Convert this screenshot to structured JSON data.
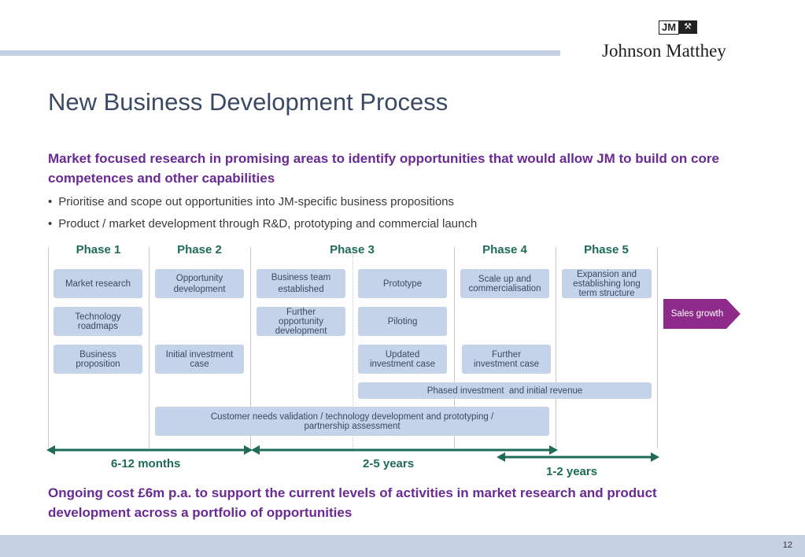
{
  "logo": {
    "mark": "JM",
    "icon": "crossed-hammers-icon",
    "name": "Johnson Matthey"
  },
  "title": "New Business Development Process",
  "lead": "Market focused research in promising areas to identify opportunities that would allow JM to build on core competences and other capabilities",
  "bullets": [
    "Prioritise and scope out opportunities into JM-specific business propositions",
    "Product / market development through R&D, prototyping and commercial launch"
  ],
  "phases": [
    "Phase 1",
    "Phase 2",
    "Phase 3",
    "Phase 4",
    "Phase 5"
  ],
  "boxes": {
    "market_research": "Market research",
    "technology_roadmaps": "Technology roadmaps",
    "business_proposition": "Business proposition",
    "opportunity_development": "Opportunity development",
    "initial_investment_case": "Initial investment case",
    "business_team": "Business team established",
    "further_opportunity": "Further opportunity development",
    "prototype": "Prototype",
    "piloting": "Piloting",
    "updated_investment_case": "Updated investment case",
    "scale_up": "Scale up and commercialisation",
    "further_investment_case": "Further investment case",
    "expansion": "Expansion and establishing long term structure",
    "phased_investment": "Phased investment  and initial revenue",
    "customer_needs": "Customer needs validation / technology development and prototyping / partnership assessment",
    "sales_growth": "Sales growth"
  },
  "durations": {
    "d1": "6-12 months",
    "d2": "2-5 years",
    "d3": "1-2 years"
  },
  "footer": "Ongoing cost £6m p.a. to support the current levels of activities in market research and product development across a portfolio of opportunities",
  "page_number": "12",
  "colors": {
    "purple": "#6a2a93",
    "green": "#1f6b58",
    "box": "#c5d3ea",
    "sales": "#8e2a8a",
    "band": "#c5d0e3"
  }
}
